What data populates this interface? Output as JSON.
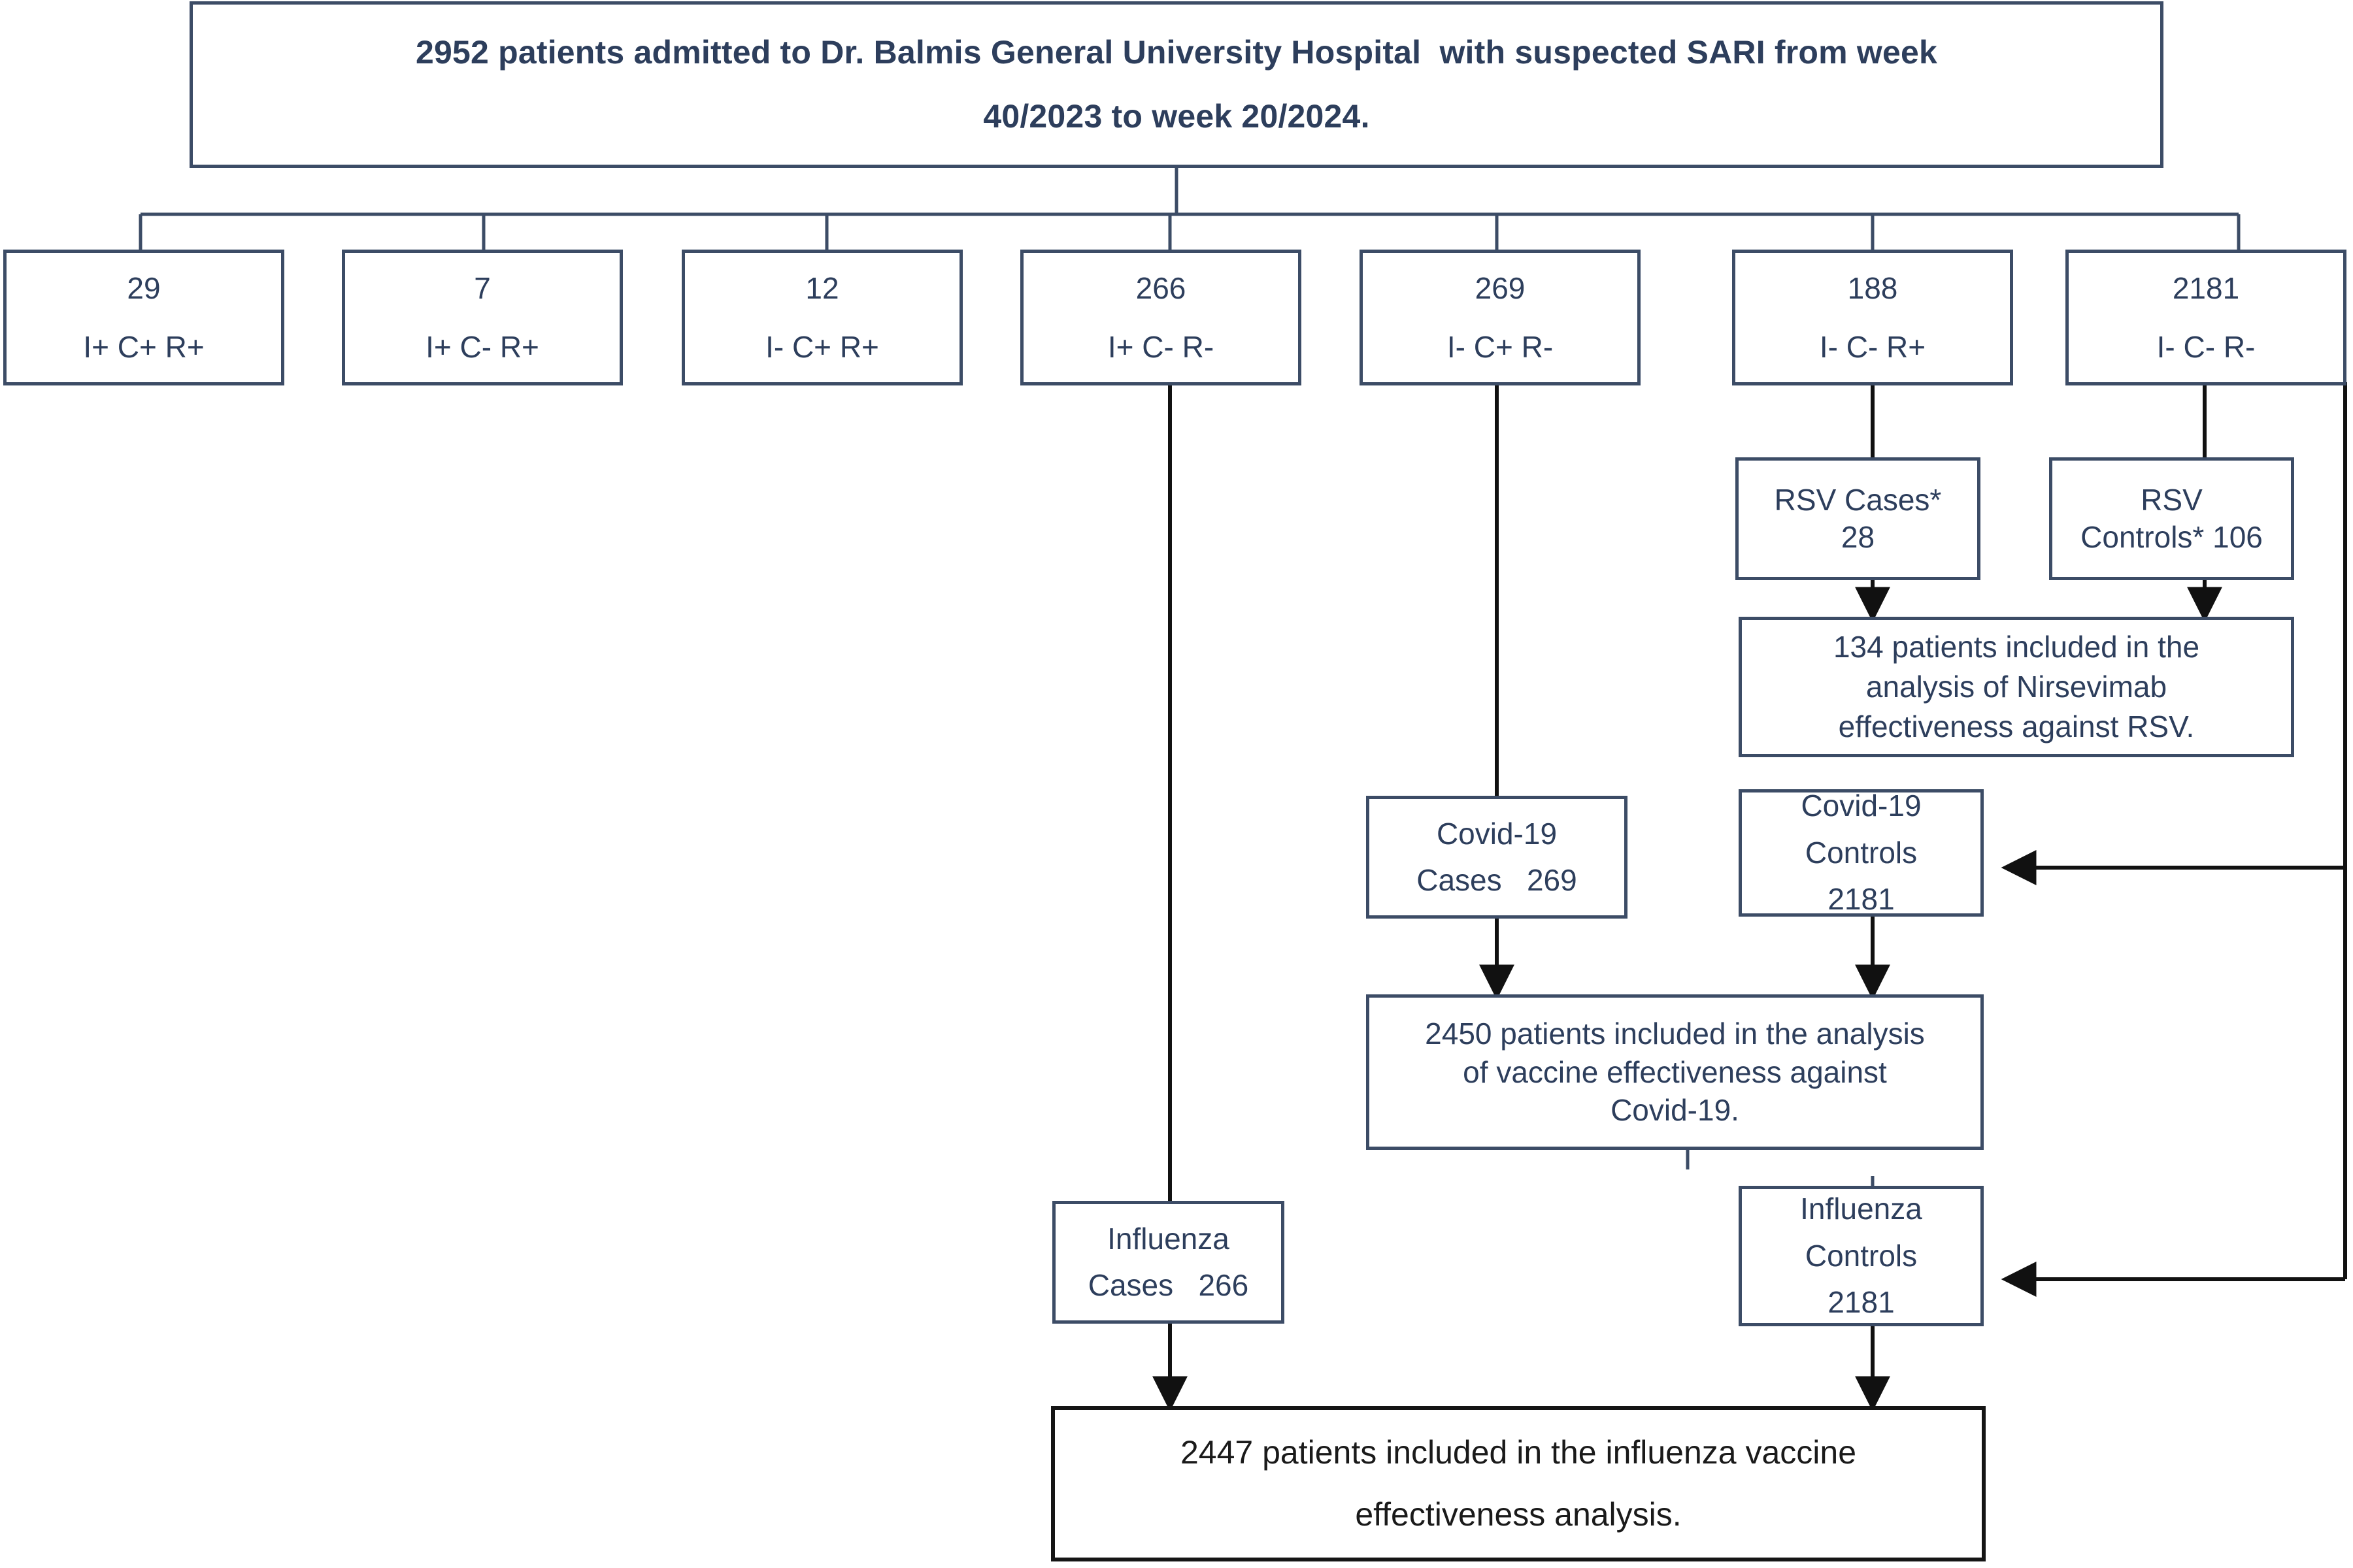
{
  "diagram": {
    "title": "Patient flow diagram for SARI surveillance",
    "colors": {
      "box_border": "#3c4c66",
      "text": "#2d3e5c",
      "final_border": "#151515",
      "connector": "#111111",
      "background": "#ffffff"
    }
  },
  "root": {
    "line1": "2952 patients admitted to Dr. Balmis General University Hospital  with suspected SARI from week",
    "line2": "40/2023 to week 20/2024."
  },
  "strata": [
    {
      "count": "29",
      "code": "I+ C+ R+"
    },
    {
      "count": "7",
      "code": "I+ C- R+"
    },
    {
      "count": "12",
      "code": "I- C+ R+"
    },
    {
      "count": "266",
      "code": "I+ C- R-"
    },
    {
      "count": "269",
      "code": "I- C+ R-"
    },
    {
      "count": "188",
      "code": "I- C- R+"
    },
    {
      "count": "2181",
      "code": "I- C- R-"
    }
  ],
  "rsv_cases": {
    "line1": "RSV Cases*",
    "line2": "28"
  },
  "rsv_controls": {
    "line1": "RSV",
    "line2": "Controls* 106"
  },
  "rsv_result": {
    "line1": "134 patients included in the",
    "line2": "analysis of Nirsevimab",
    "line3": "effectiveness against RSV."
  },
  "covid_cases": {
    "line1": "Covid-19",
    "line2": "Cases   269"
  },
  "covid_controls": {
    "line1": "Covid-19",
    "line2": "Controls",
    "line3": "2181"
  },
  "covid_result": {
    "line1": "2450 patients included in the analysis",
    "line2": "of vaccine effectiveness against",
    "line3": "Covid-19."
  },
  "flu_cases": {
    "line1": "Influenza",
    "line2": "Cases   266"
  },
  "flu_controls": {
    "line1": "Influenza",
    "line2": "Controls",
    "line3": "2181"
  },
  "flu_result": {
    "line1": "2447 patients included in the influenza vaccine",
    "line2": "effectiveness analysis."
  }
}
